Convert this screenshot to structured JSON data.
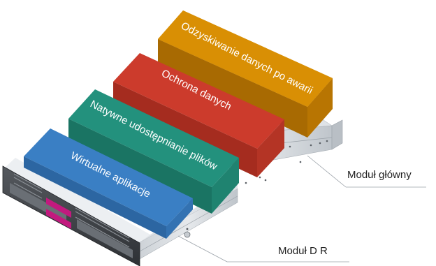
{
  "layers": [
    {
      "label": "Wirtualne aplikacje",
      "color": "#3a7fc4"
    },
    {
      "label": "Natywne udostępnianie plików",
      "color": "#23917d"
    },
    {
      "label": "Ochrona danych",
      "color": "#cc3b2c"
    },
    {
      "label": "Odzyskiwanie danych po awarii",
      "color": "#da9004"
    }
  ],
  "callouts": {
    "main_module": "Moduł główny",
    "dr_module": "Moduł D R"
  },
  "chassis": {
    "front_lcd_1": "",
    "front_lcd_2": ""
  },
  "colors": {
    "chassis_light": "#e9ecef",
    "chassis_mid": "#c9ced3",
    "chassis_dark": "#3c3f43",
    "lcd": "#c2197e"
  }
}
